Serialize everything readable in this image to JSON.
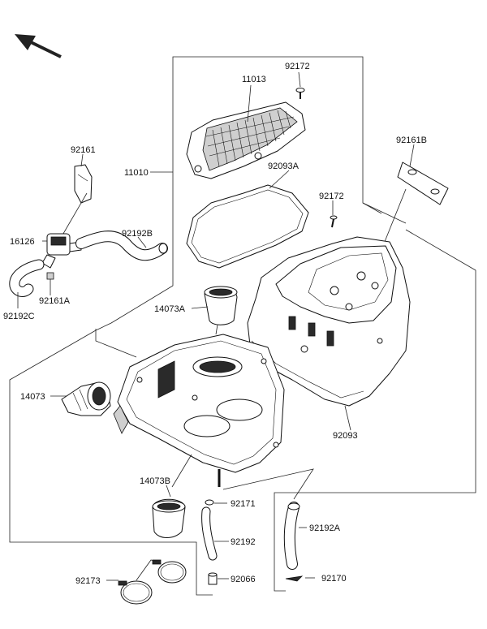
{
  "labels": {
    "p11013": "11013",
    "p92172_top": "92172",
    "p11010": "11010",
    "p92093A": "92093A",
    "p92172_mid": "92172",
    "p92161B": "92161B",
    "p92161": "92161",
    "p16126": "16126",
    "p92192B": "92192B",
    "p92161A": "92161A",
    "p92192C": "92192C",
    "p14073A": "14073A",
    "p14073": "14073",
    "p92093": "92093",
    "p14073B": "14073B",
    "p92171": "92171",
    "p92192": "92192",
    "p92066": "92066",
    "p92173": "92173",
    "p92192A": "92192A",
    "p92170": "92170"
  },
  "icons": {
    "front_arrow": "front-direction-arrow-icon"
  }
}
